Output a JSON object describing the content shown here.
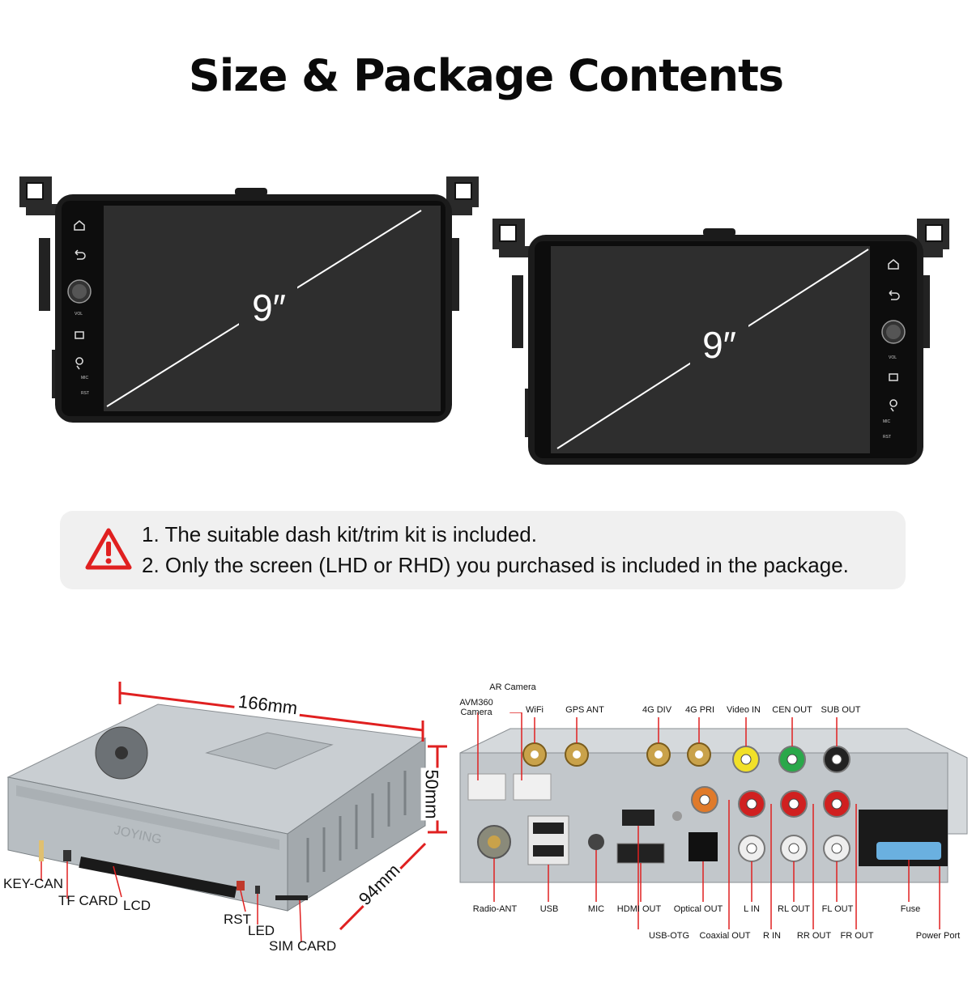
{
  "title": "Size & Package Contents",
  "screens": [
    {
      "size_label": "9″"
    },
    {
      "size_label": "9″"
    }
  ],
  "notes": [
    "1. The suitable dash kit/trim kit is included.",
    "2. Only the screen (LHD or RHD) you purchased is included in the package."
  ],
  "colors": {
    "accent_red": "#e02020",
    "note_bg": "#f0f0f0",
    "dimension_line": "#e02020"
  },
  "chassis": {
    "dimensions": {
      "width": "166mm",
      "height": "50mm",
      "depth": "94mm"
    },
    "ports": [
      "KEY-CAN",
      "TF CARD",
      "LCD",
      "RST",
      "LED",
      "SIM CARD"
    ]
  },
  "rear_panel": {
    "top_labels": [
      "AVM360 Camera",
      "AR Camera",
      "WiFi",
      "GPS ANT",
      "4G DIV",
      "4G PRI",
      "Video IN",
      "CEN OUT",
      "SUB OUT"
    ],
    "bottom_labels": [
      "Radio-ANT",
      "USB",
      "MIC",
      "HDMI OUT",
      "Optical OUT",
      "L IN",
      "RL OUT",
      "FL OUT",
      "Fuse"
    ],
    "bottom_labels_low": [
      "USB-OTG",
      "Coaxial OUT",
      "R IN",
      "RR OUT",
      "FR OUT",
      "Power Port"
    ]
  }
}
